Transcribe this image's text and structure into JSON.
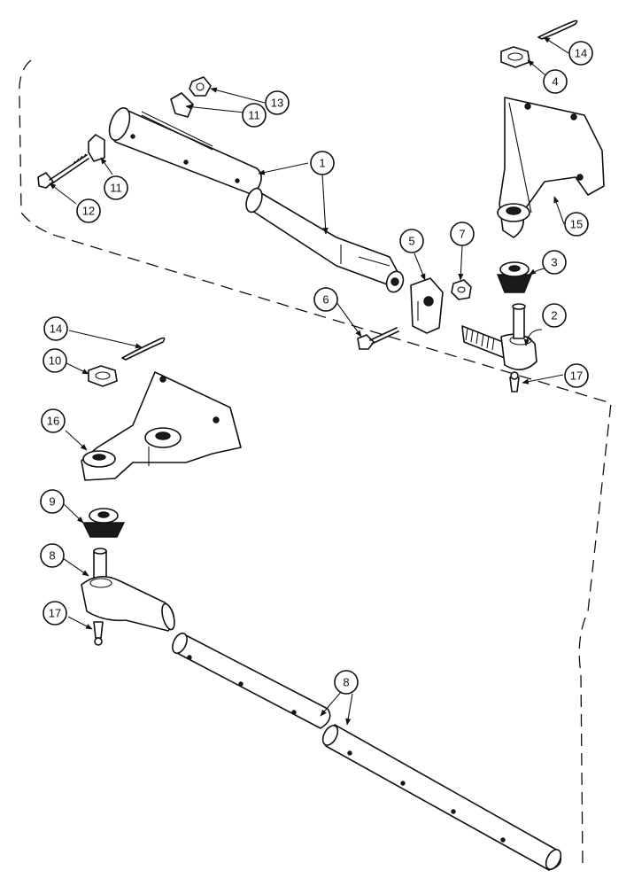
{
  "callouts": {
    "c1": "1",
    "c2": "2",
    "c3": "3",
    "c4": "4",
    "c5": "5",
    "c6": "6",
    "c7": "7",
    "c8a": "8",
    "c8b": "8",
    "c9": "9",
    "c10": "10",
    "c11a": "11",
    "c11b": "11",
    "c12": "12",
    "c13": "13",
    "c14a": "14",
    "c14b": "14",
    "c15": "15",
    "c16": "16",
    "c17a": "17",
    "c17b": "17"
  }
}
